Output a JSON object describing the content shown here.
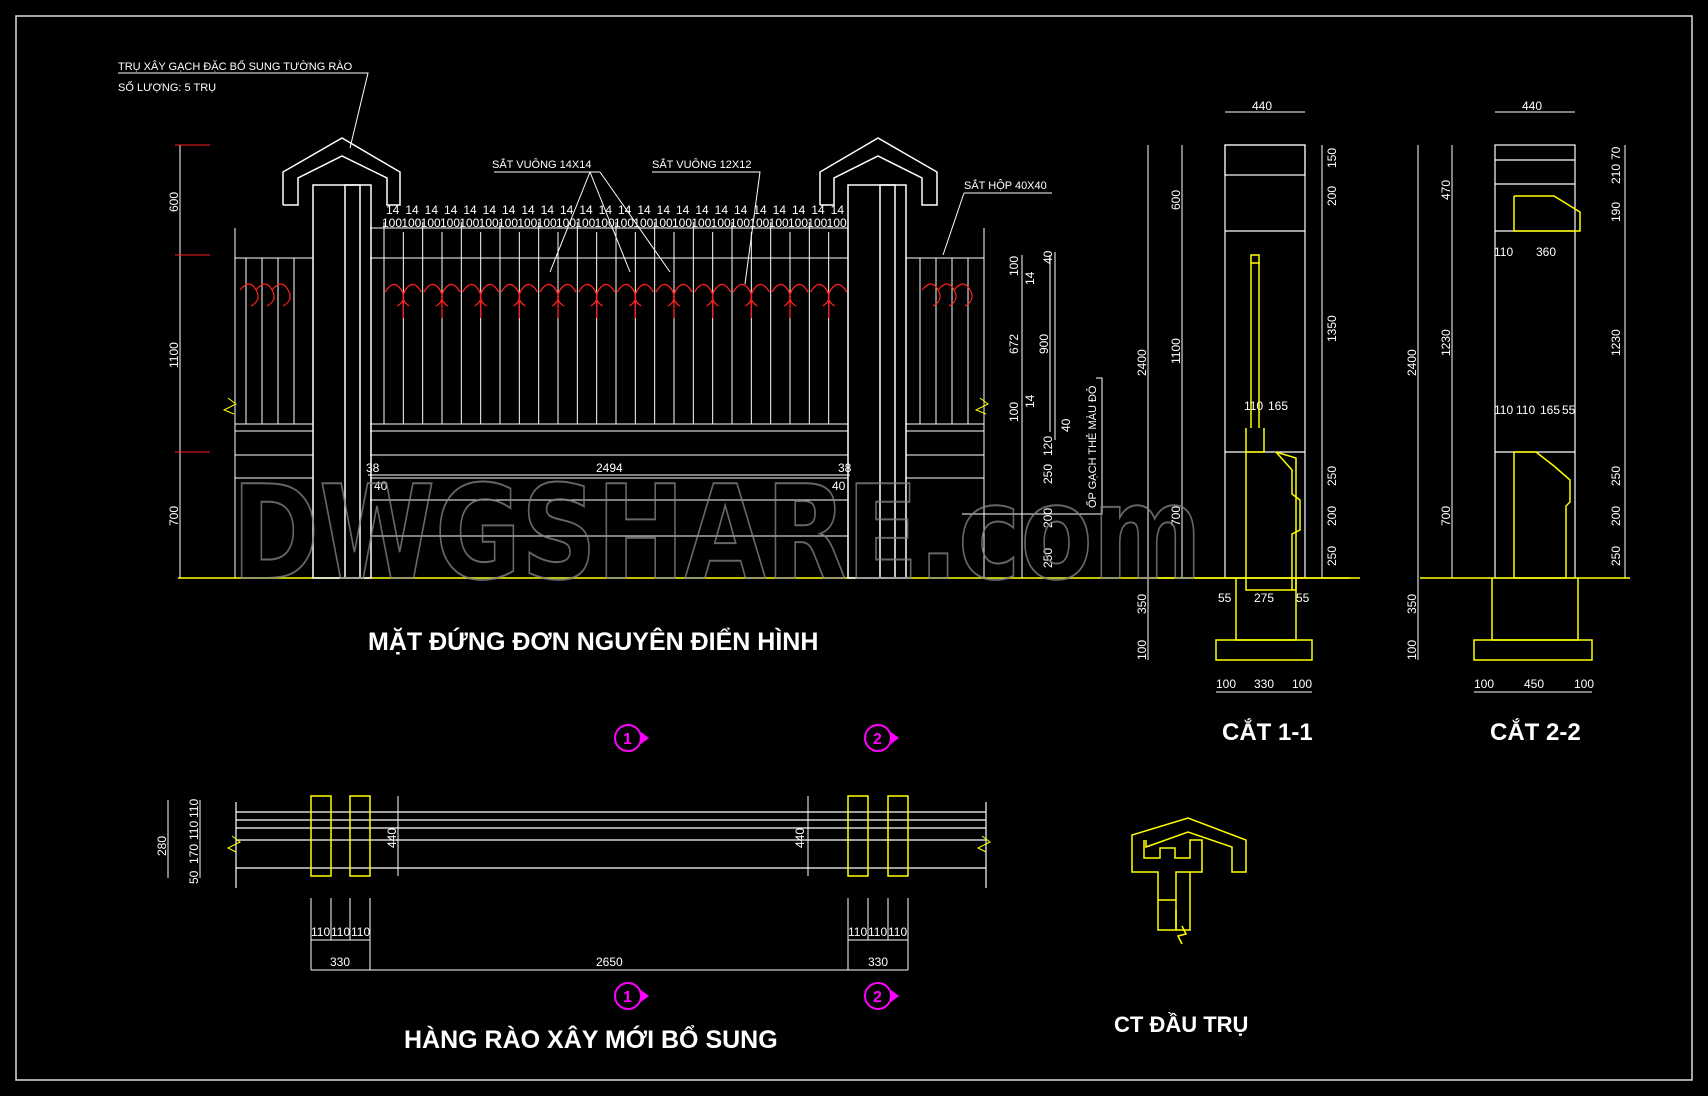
{
  "notes": {
    "pillar_note_line1": "TRỤ XÂY GẠCH ĐẶC BỔ SUNG TƯỜNG RÀO",
    "pillar_note_line2": "SỐ LƯỢNG: 5 TRỤ",
    "bar14": "SẮT VUÔNG 14X14",
    "bar12": "SẮT VUÔNG 12X12",
    "box": "SẮT HỘP 40X40",
    "tile": "ỐP GẠCH THẺ MÀU ĐỎ"
  },
  "titles": {
    "elevation": "MẶT ĐỨNG ĐƠN NGUYÊN ĐIỂN HÌNH",
    "section1": "CẮT 1-1",
    "section2": "CẮT 2-2",
    "plan": "HÀNG RÀO XÂY MỚI BỔ SUNG",
    "cap": "CT ĐẦU TRỤ"
  },
  "watermark": "DWGSHARE.com",
  "markers": {
    "m1": "1",
    "m2": "2"
  },
  "elevation_dims": {
    "left": [
      "600",
      "1100",
      "700"
    ],
    "right": [
      "100",
      "14",
      "672",
      "900",
      "14",
      "100",
      "120",
      "250",
      "200",
      "250"
    ],
    "right_outer": [
      "40",
      "40"
    ],
    "span": "2494",
    "s38a": "38",
    "s38b": "38",
    "s40a": "40",
    "s40b": "40",
    "top14": "14",
    "top100": "100"
  },
  "section1_dims": {
    "top": "440",
    "left_total": "2400",
    "left": [
      "600",
      "1100",
      "700"
    ],
    "right": [
      "150",
      "200",
      "1350",
      "250",
      "200",
      "250"
    ],
    "bottom": [
      "350",
      "100"
    ],
    "mid": [
      "110",
      "165"
    ],
    "base": [
      "55",
      "275",
      "55"
    ],
    "foot": [
      "100",
      "330",
      "100"
    ]
  },
  "section2_dims": {
    "top": "440",
    "left_total": "2400",
    "left": [
      "470",
      "1230",
      "700"
    ],
    "right": [
      "70",
      "210",
      "190",
      "1230",
      "250",
      "200",
      "250"
    ],
    "cap": [
      "110",
      "360"
    ],
    "mid": [
      "110",
      "110",
      "165",
      "55"
    ],
    "bottom": [
      "350",
      "100"
    ],
    "foot": [
      "100",
      "450",
      "100"
    ]
  },
  "plan_dims": {
    "left": [
      "110",
      "110",
      "170",
      "50"
    ],
    "left_total": "280",
    "post": "440",
    "post2": "440",
    "sub": [
      "110",
      "110",
      "110"
    ],
    "sub2": [
      "110",
      "110",
      "110"
    ],
    "main": [
      "330",
      "2650",
      "330"
    ]
  }
}
